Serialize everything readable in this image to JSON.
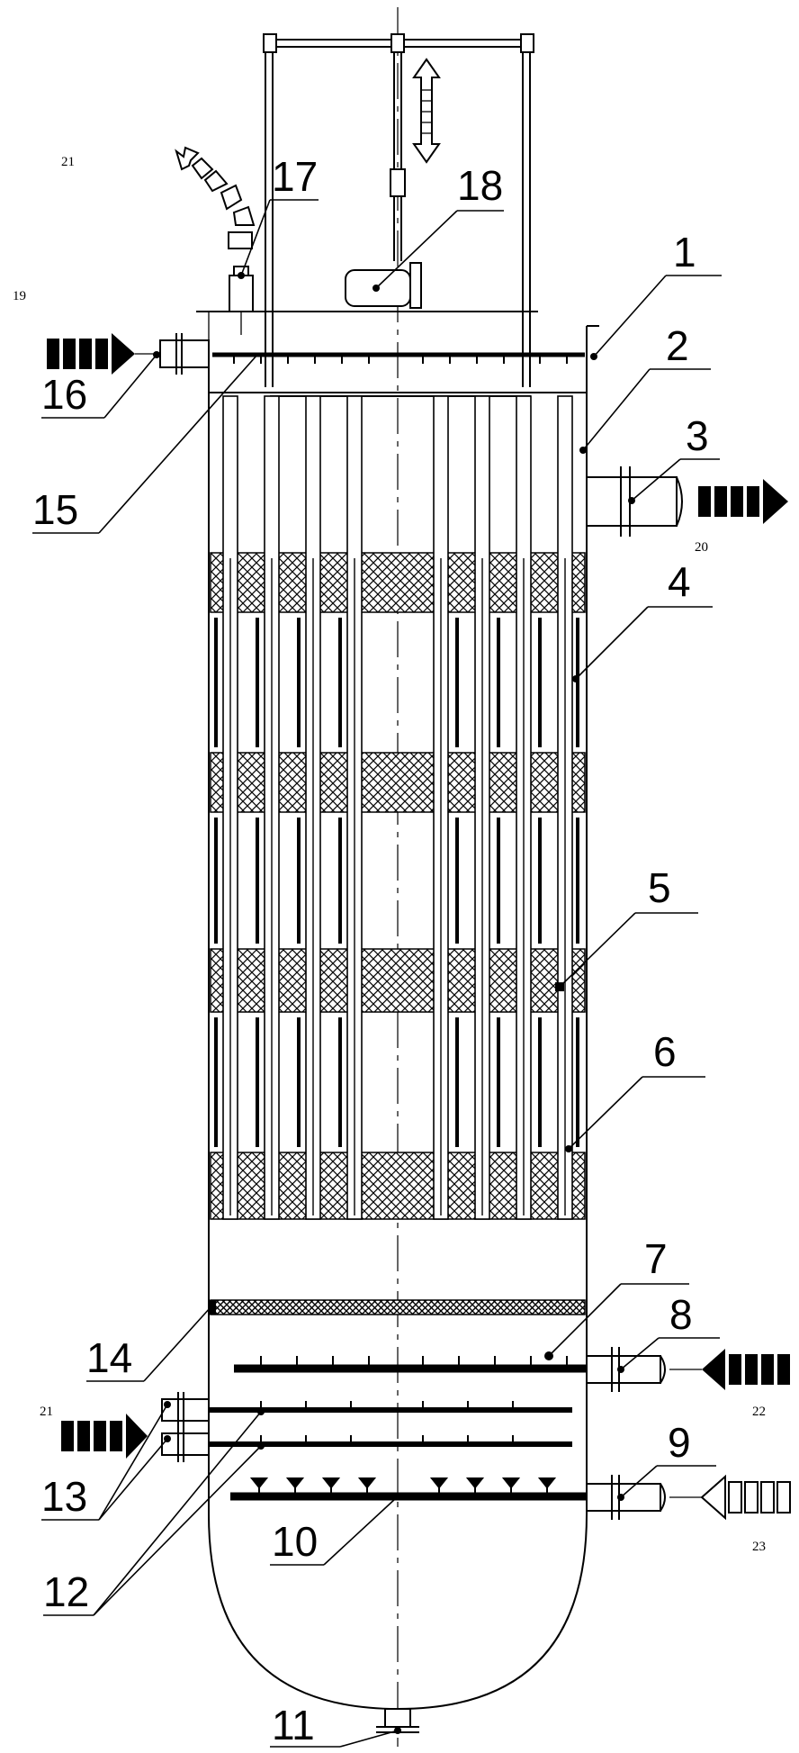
{
  "callouts": [
    {
      "id": "1",
      "label": "1"
    },
    {
      "id": "2",
      "label": "2"
    },
    {
      "id": "3",
      "label": "3"
    },
    {
      "id": "4",
      "label": "4"
    },
    {
      "id": "5",
      "label": "5"
    },
    {
      "id": "6",
      "label": "6"
    },
    {
      "id": "7",
      "label": "7"
    },
    {
      "id": "8",
      "label": "8"
    },
    {
      "id": "9",
      "label": "9"
    },
    {
      "id": "10",
      "label": "10"
    },
    {
      "id": "11",
      "label": "11"
    },
    {
      "id": "12",
      "label": "12"
    },
    {
      "id": "13",
      "label": "13"
    },
    {
      "id": "14",
      "label": "14"
    },
    {
      "id": "15",
      "label": "15"
    },
    {
      "id": "16",
      "label": "16"
    },
    {
      "id": "17",
      "label": "17"
    },
    {
      "id": "18",
      "label": "18"
    }
  ],
  "flow_labels": [
    {
      "id": "19",
      "label": "19"
    },
    {
      "id": "20",
      "label": "20"
    },
    {
      "id": "21-top",
      "label": "21"
    },
    {
      "id": "21-left",
      "label": "21"
    },
    {
      "id": "22",
      "label": "22"
    },
    {
      "id": "23",
      "label": "23"
    }
  ],
  "colors": {
    "ink": "#000000",
    "paper": "#ffffff"
  }
}
